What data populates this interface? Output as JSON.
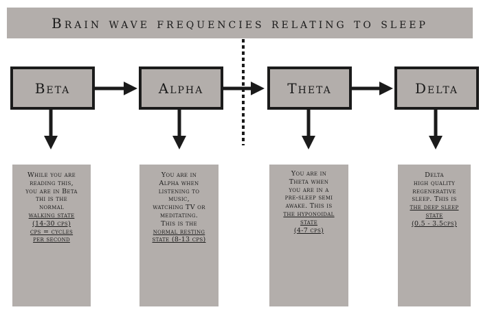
{
  "title": "Brain wave frequencies relating to sleep",
  "stages": [
    {
      "id": "beta",
      "label": "Beta"
    },
    {
      "id": "alpha",
      "label": "Alpha"
    },
    {
      "id": "theta",
      "label": "Theta"
    },
    {
      "id": "delta",
      "label": "Delta"
    }
  ],
  "descriptions": {
    "beta": {
      "lines": [
        "While you are",
        "reading this,",
        "you are in Beta",
        "thi is the",
        "normal"
      ],
      "underlined": [
        "walking state",
        "(14-30 cps)",
        "cps = cycles",
        "per second"
      ]
    },
    "alpha": {
      "lines": [
        "You are in",
        "Alpha when",
        "listening to",
        "music,",
        "watching TV or",
        "meditating.",
        "This is the"
      ],
      "underlined": [
        "normal resting",
        "state (8-13 cps)"
      ]
    },
    "theta": {
      "lines": [
        "You are in",
        "Theta when",
        "you are in a",
        "pre-sleep semi",
        "awake. This is",
        "the hyponoidal",
        "state",
        "(4-7 cps)"
      ]
    },
    "delta": {
      "lines": [
        "Delta",
        "high quality",
        "regenerative",
        "sleep. This is",
        "the deep sleep",
        "state",
        "(0.5 - 3.5cps)"
      ]
    }
  },
  "colors": {
    "box_fill": "#b3aeab",
    "line": "#1b1b1b"
  }
}
